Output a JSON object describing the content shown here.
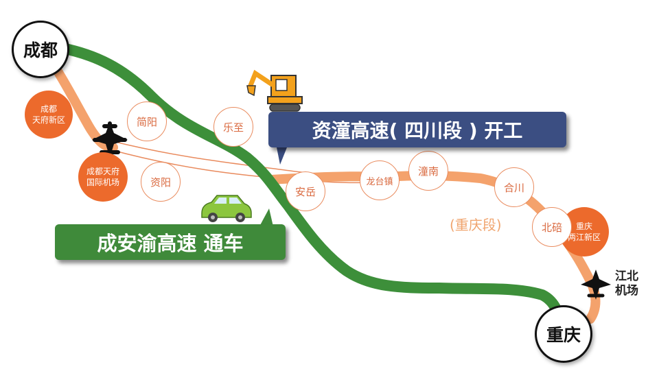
{
  "map": {
    "endpoints": {
      "chengdu": "成都",
      "chongqing": "重庆"
    },
    "banners": {
      "zitong": "资潼高速( 四川段 ) 开工",
      "chengan": "成安渝高速  通车"
    },
    "towns": {
      "jianyang": "简阳",
      "lezhi": "乐至",
      "ziyang": "资阳",
      "anyue": "安岳",
      "longtai": "龙台镇",
      "tongnan": "潼南",
      "hechuan": "合川",
      "beibei": "北碚"
    },
    "zones": {
      "tianfu_new_area": [
        "成都",
        "天府新区"
      ],
      "tianfu_airport": [
        "成都天府",
        "国际机场"
      ],
      "liangjiang": [
        "重庆",
        "两江新区"
      ]
    },
    "airport_label": [
      "江北",
      "机场"
    ],
    "section_label": "(重庆段)",
    "colors": {
      "chengan_route": "#3d8f3a",
      "zitong_route": "#f4a26c",
      "thin_route": "#e98b5e",
      "zone_fill": "#ec6a2c",
      "banner_blue": "#3b4e82",
      "banner_green": "#3f8a3a",
      "excavator": "#f3a11c"
    },
    "icons": [
      "airplane-icon",
      "excavator-icon",
      "car-icon"
    ]
  }
}
